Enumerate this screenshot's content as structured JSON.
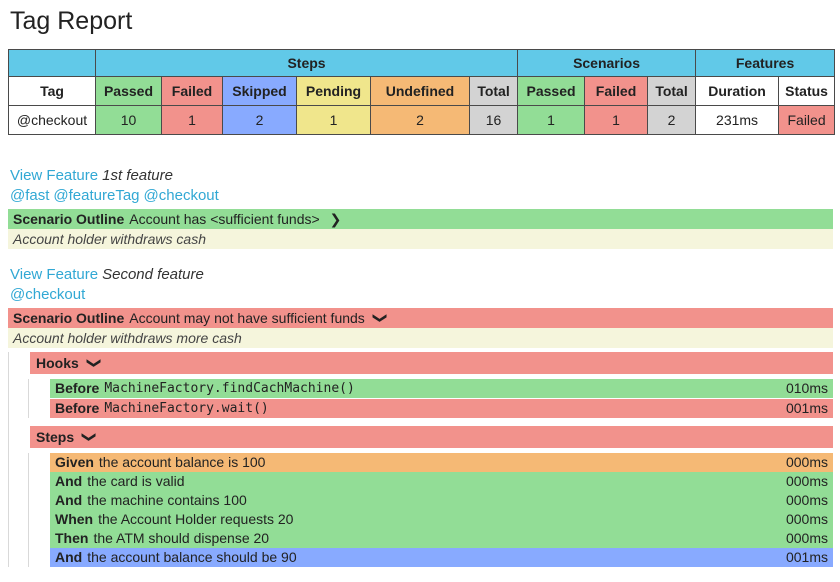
{
  "page": {
    "title": "Tag Report"
  },
  "colors": {
    "header_blue": "#61C9E8",
    "passed": "#92DD96",
    "failed": "#F2928C",
    "skipped": "#88AAFF",
    "pending": "#F0E68C",
    "undefined": "#F5B975",
    "total": "#D3D3D3",
    "description_bg": "#F5F5DC",
    "link": "#31A8D4"
  },
  "icons": {
    "chevron_right": "❯",
    "chevron_down": "❯"
  },
  "summary_table": {
    "groups": {
      "steps": "Steps",
      "scenarios": "Scenarios",
      "features": "Features"
    },
    "columns": [
      "Tag",
      "Passed",
      "Failed",
      "Skipped",
      "Pending",
      "Undefined",
      "Total",
      "Passed",
      "Failed",
      "Total",
      "Duration",
      "Status"
    ],
    "row": {
      "tag": "@checkout",
      "steps_passed": "10",
      "steps_failed": "1",
      "steps_skipped": "2",
      "steps_pending": "1",
      "steps_undefined": "2",
      "steps_total": "16",
      "scenarios_passed": "1",
      "scenarios_failed": "1",
      "scenarios_total": "2",
      "duration": "231ms",
      "status": "Failed"
    }
  },
  "features": [
    {
      "link_label": "View Feature",
      "name": "1st feature",
      "tags": [
        "@fast",
        "@featureTag",
        "@checkout"
      ],
      "scenario": {
        "keyword": "Scenario Outline",
        "name": "Account has <sufficient funds>",
        "status": "passed"
      },
      "description": "Account holder withdraws cash"
    },
    {
      "link_label": "View Feature",
      "name": "Second feature",
      "tags": [
        "@checkout"
      ],
      "scenario": {
        "keyword": "Scenario Outline",
        "name": "Account may not have sufficient funds",
        "status": "failed"
      },
      "description": "Account holder withdraws more cash",
      "hooks": {
        "title": "Hooks",
        "items": [
          {
            "keyword": "Before",
            "code": "MachineFactory.findCachMachine()",
            "status": "passed",
            "duration": "010ms"
          },
          {
            "keyword": "Before",
            "code": "MachineFactory.wait()",
            "status": "failed",
            "duration": "001ms"
          }
        ]
      },
      "steps": {
        "title": "Steps",
        "items": [
          {
            "keyword": "Given",
            "text": "the account balance is 100",
            "status": "undefined",
            "duration": "000ms"
          },
          {
            "keyword": "And",
            "text": "the card is valid",
            "status": "passed",
            "duration": "000ms"
          },
          {
            "keyword": "And",
            "text": "the machine contains 100",
            "status": "passed",
            "duration": "000ms"
          },
          {
            "keyword": "When",
            "text": "the Account Holder requests 20",
            "status": "passed",
            "duration": "000ms"
          },
          {
            "keyword": "Then",
            "text": "the ATM should dispense 20",
            "status": "passed",
            "duration": "000ms"
          },
          {
            "keyword": "And",
            "text": "the account balance should be 90",
            "status": "skipped",
            "duration": "001ms"
          }
        ]
      }
    }
  ]
}
